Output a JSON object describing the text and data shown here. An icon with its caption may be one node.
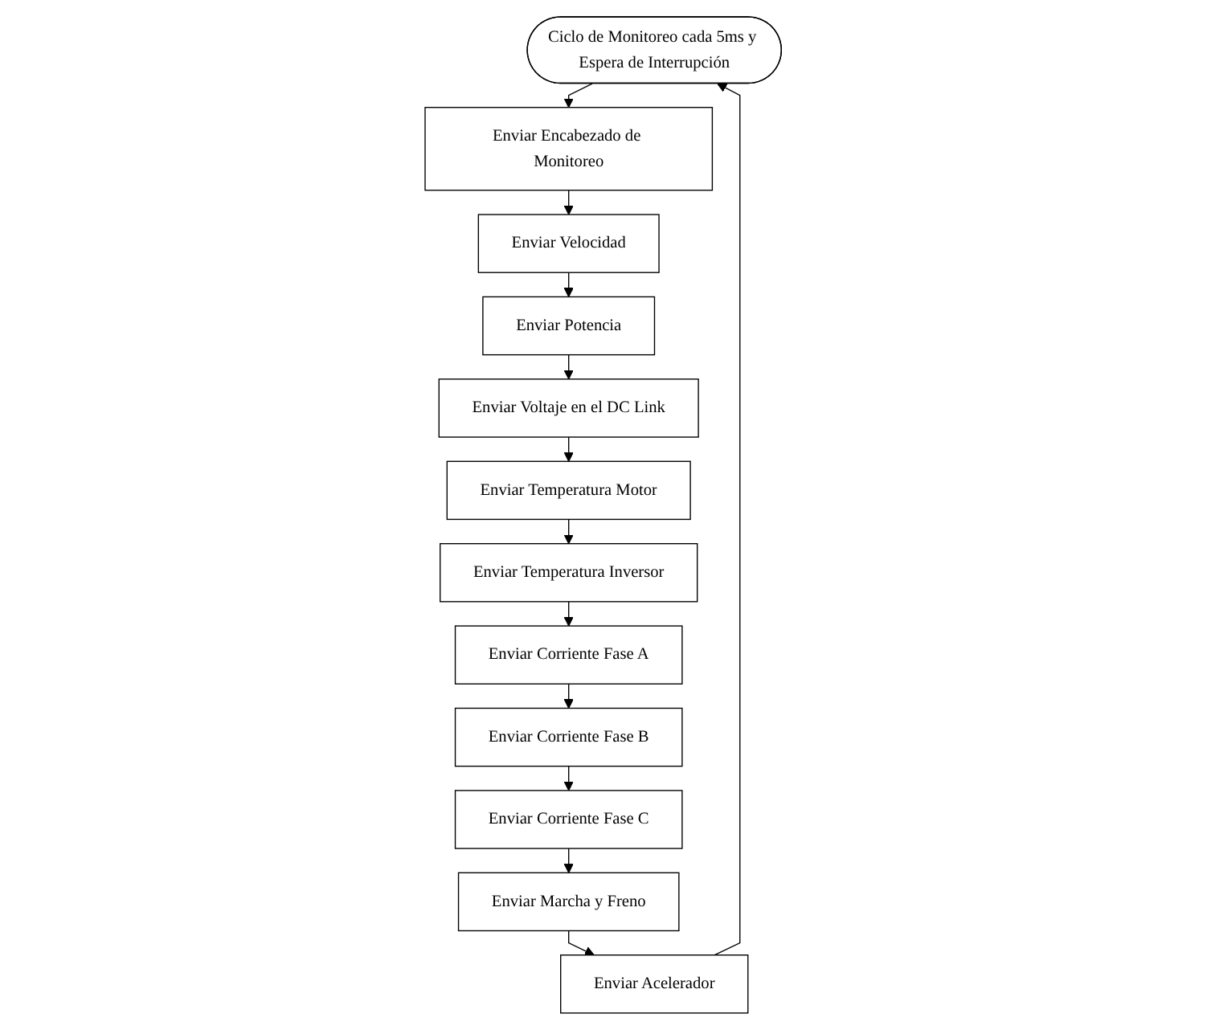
{
  "diagram": {
    "nodes": [
      {
        "text": [
          "Ciclo de Monitoreo cada 5ms y Espera de Interrupción"
        ]
      },
      {
        "text": [
          "Enviar Encabezado de Monitoreo"
        ]
      },
      {
        "text": [
          "Enviar Velocidad"
        ]
      },
      {
        "text": [
          "Enviar Potencia"
        ]
      },
      {
        "text": [
          "Enviar Voltaje en el DC Link"
        ]
      },
      {
        "text": [
          "Enviar Temperatura Motor"
        ]
      },
      {
        "text": [
          "Enviar Temperatura Inversor"
        ]
      },
      {
        "text": [
          "Enviar Corriente Fase A"
        ]
      },
      {
        "text": [
          "Enviar Corriente Fase B"
        ]
      },
      {
        "text": [
          "Enviar Corriente Fase C"
        ]
      },
      {
        "text": [
          "Enviar Marcha y Freno"
        ]
      },
      {
        "text": [
          "Enviar Acelerador"
        ]
      }
    ],
    "edges": [
      {
        "from": 0,
        "to": 1,
        "arrow": "to"
      },
      {
        "from": 1,
        "to": 2,
        "arrow": "to"
      },
      {
        "from": 2,
        "to": 3,
        "arrow": "to"
      },
      {
        "from": 3,
        "to": 4,
        "arrow": "to"
      },
      {
        "from": 4,
        "to": 5,
        "arrow": "to"
      },
      {
        "from": 5,
        "to": 6,
        "arrow": "to"
      },
      {
        "from": 6,
        "to": 7,
        "arrow": "to"
      },
      {
        "from": 7,
        "to": 8,
        "arrow": "to"
      },
      {
        "from": 8,
        "to": 9,
        "arrow": "to"
      },
      {
        "from": 9,
        "to": 10,
        "arrow": "to"
      },
      {
        "from": 10,
        "to": 11,
        "arrow": "to"
      },
      {
        "from": 11,
        "to": 0,
        "arrow": "to"
      }
    ]
  }
}
